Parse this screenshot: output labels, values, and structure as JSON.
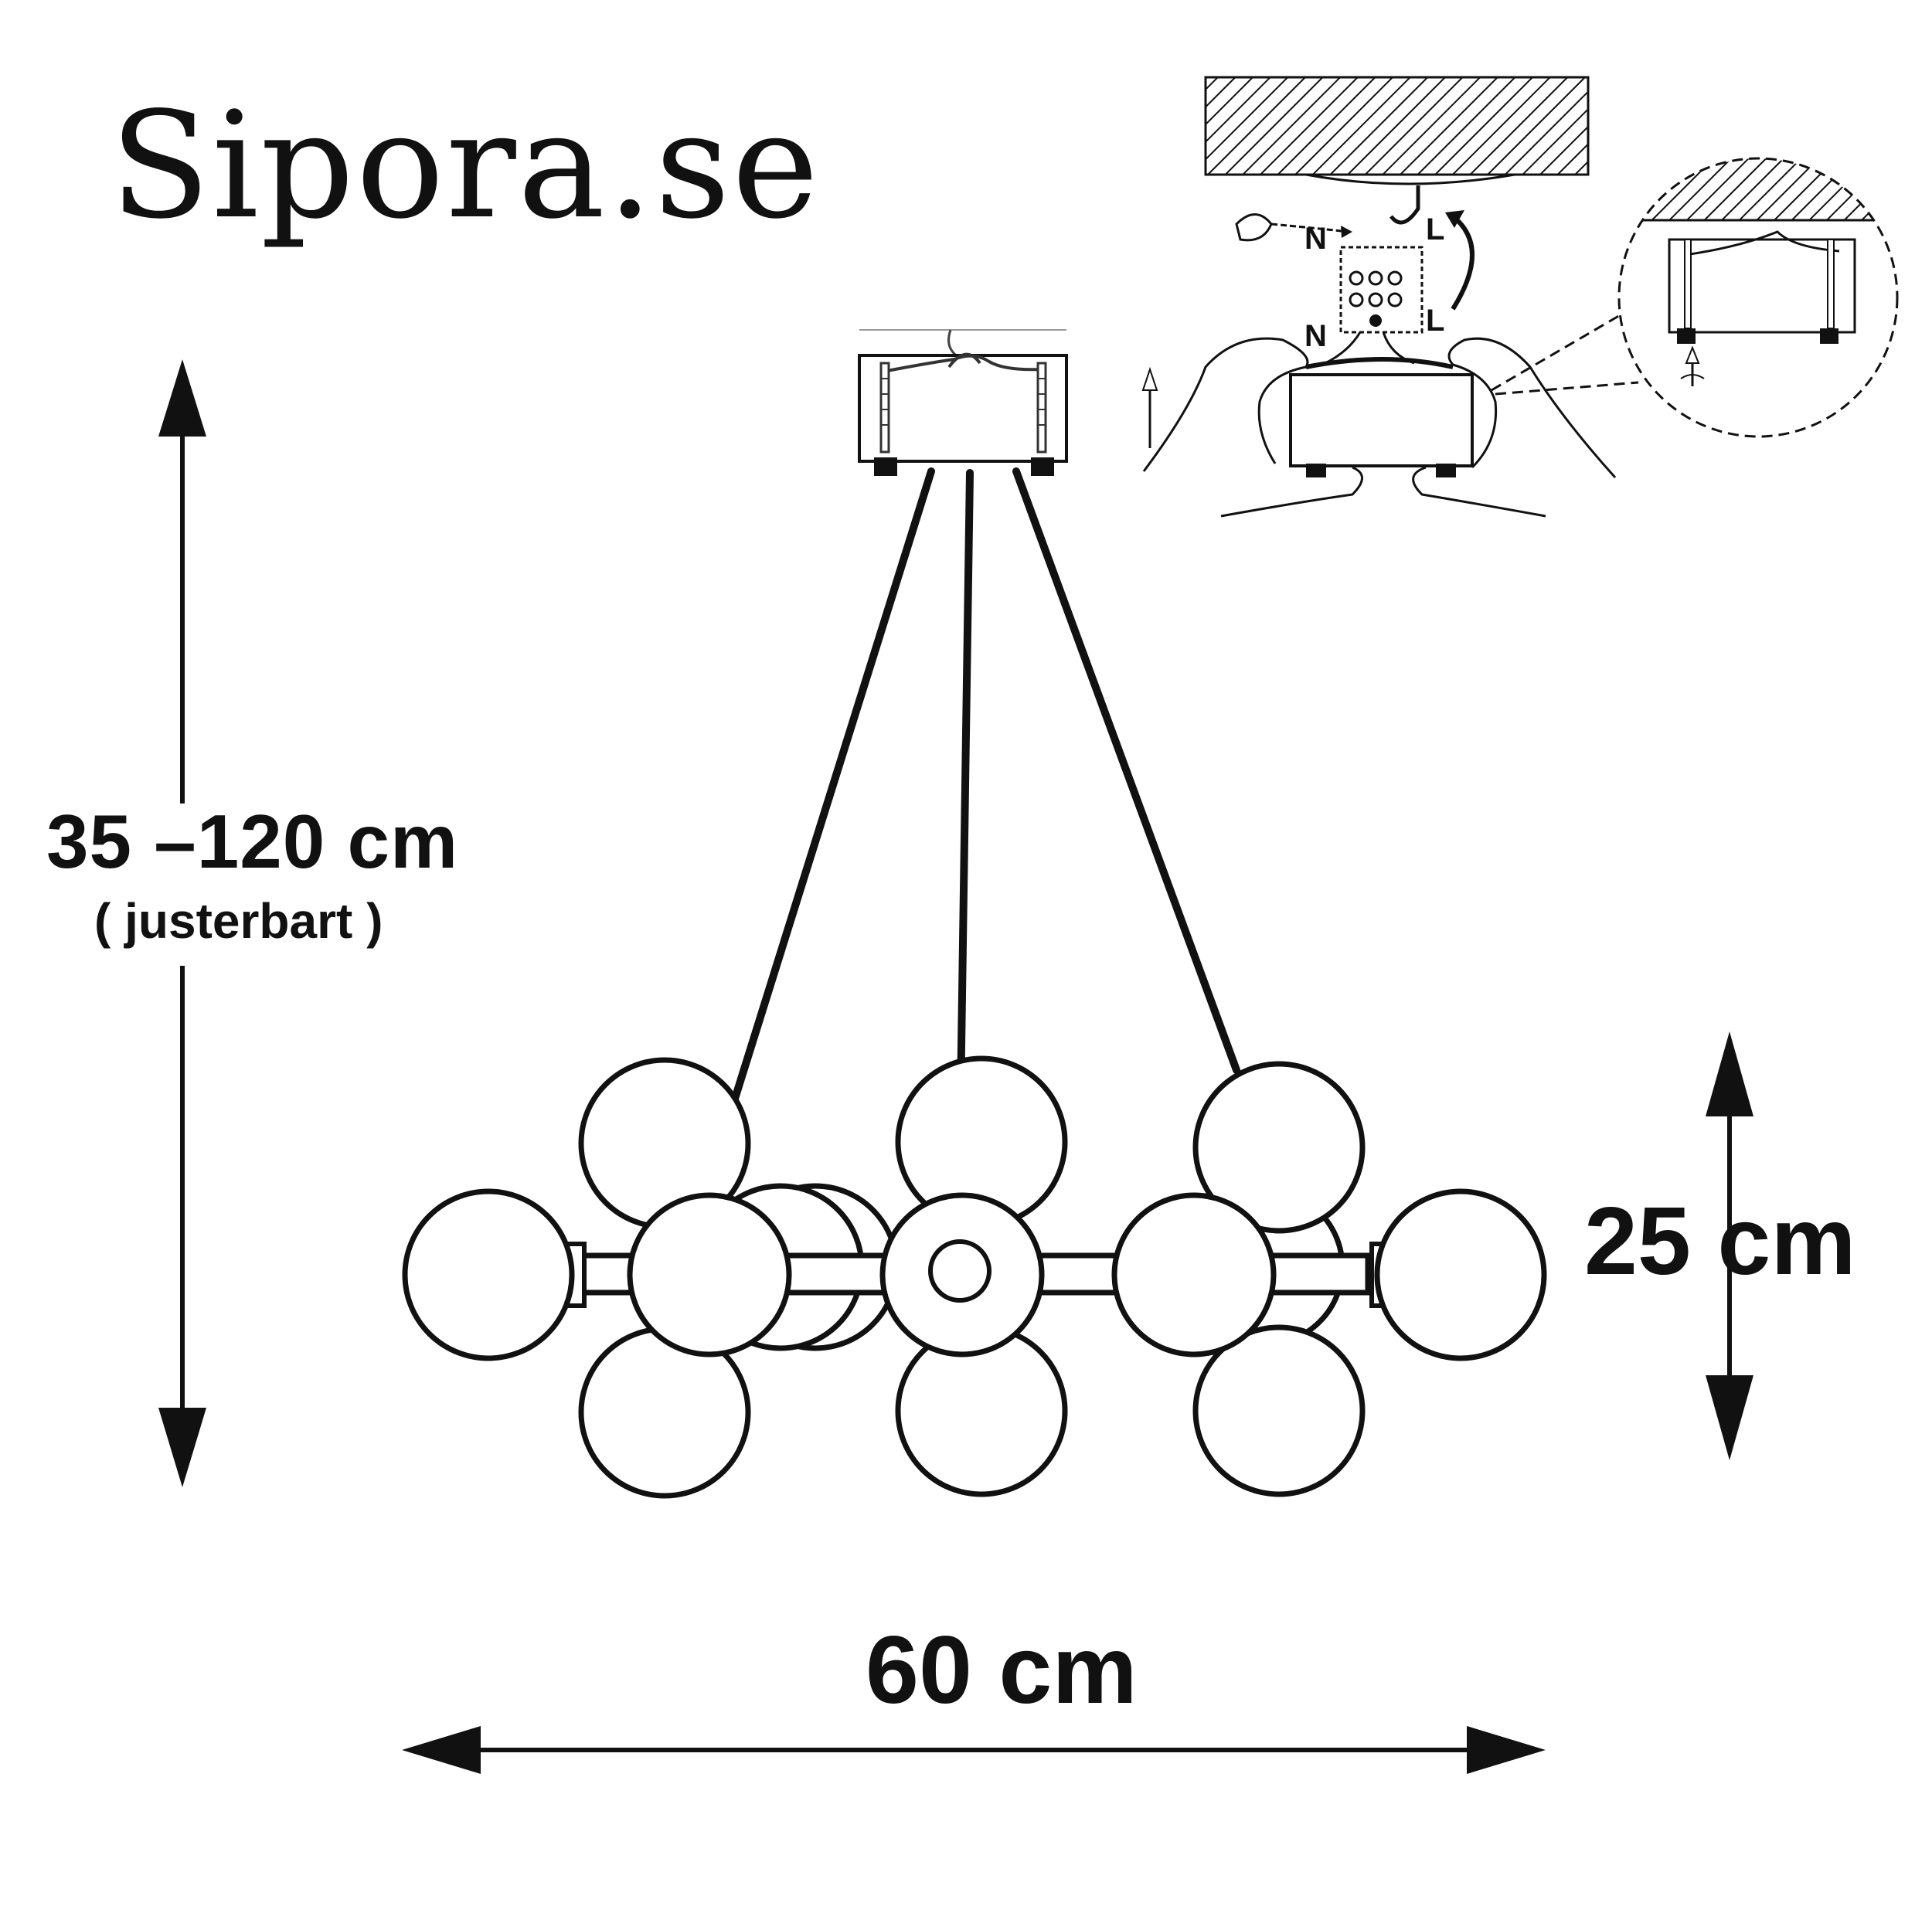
{
  "brand": {
    "name": "Sipora.se"
  },
  "dimensions": {
    "height_range": "35 –120 cm",
    "height_note": "( justerbart )",
    "drop_height": "25 cm",
    "width": "60 cm"
  },
  "wiring_diagram": {
    "label_n_top": "N",
    "label_l_top": "L",
    "label_n_bottom": "N",
    "label_l_bottom": "L"
  },
  "colors": {
    "ink": "#111111",
    "background": "#ffffff"
  }
}
